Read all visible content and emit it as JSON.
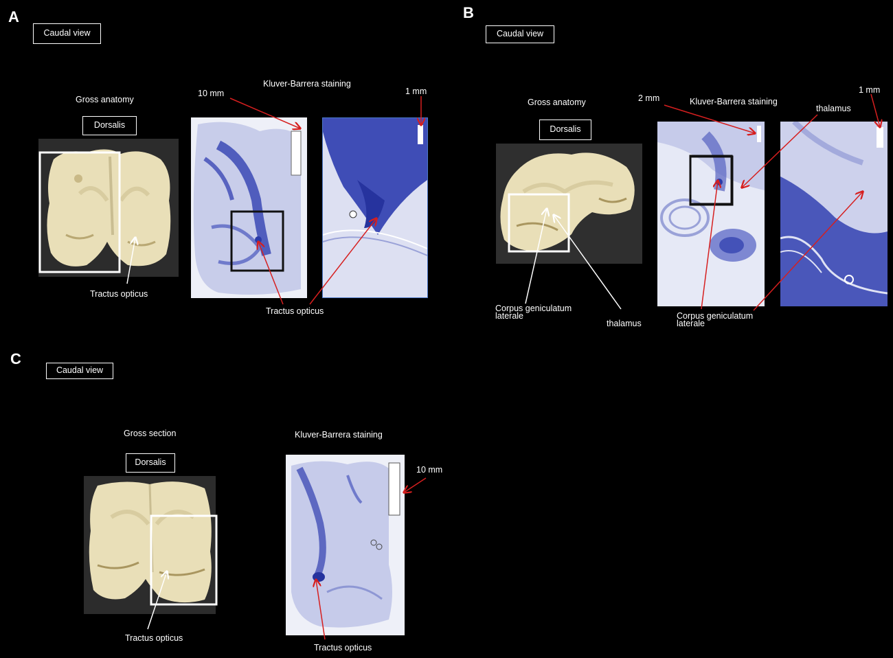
{
  "panels": {
    "a": {
      "letter": "A",
      "view": "Caudal view",
      "gross_title": "Gross anatomy",
      "orientation": "Dorsalis",
      "gross_label": "Tractus opticus",
      "stain_title": "Kluver-Barrera staining",
      "scale_1": "10 mm",
      "scale_2": "1 mm",
      "stain_label": "Tractus opticus"
    },
    "b": {
      "letter": "B",
      "view": "Caudal view",
      "gross_title": "Gross anatomy",
      "orientation": "Dorsalis",
      "gross_label_1": "Corpus geniculatum laterale",
      "gross_label_2": "thalamus",
      "stain_title": "Kluver-Barrera staining",
      "scale_1": "2 mm",
      "scale_2": "1 mm",
      "stain_label_1": "thalamus",
      "stain_label_2": "Corpus geniculatum laterale"
    },
    "c": {
      "letter": "C",
      "view": "Caudal view",
      "gross_title": "Gross section",
      "orientation": "Dorsalis",
      "gross_label": "Tractus opticus",
      "stain_title": "Kluver-Barrera staining",
      "scale_1": "10 mm",
      "stain_label": "Tractus opticus"
    }
  },
  "colors": {
    "arrow": "#d61f1f",
    "stain": "#3b49b5",
    "tissue": "#e9dfb8",
    "background": "#000000"
  }
}
